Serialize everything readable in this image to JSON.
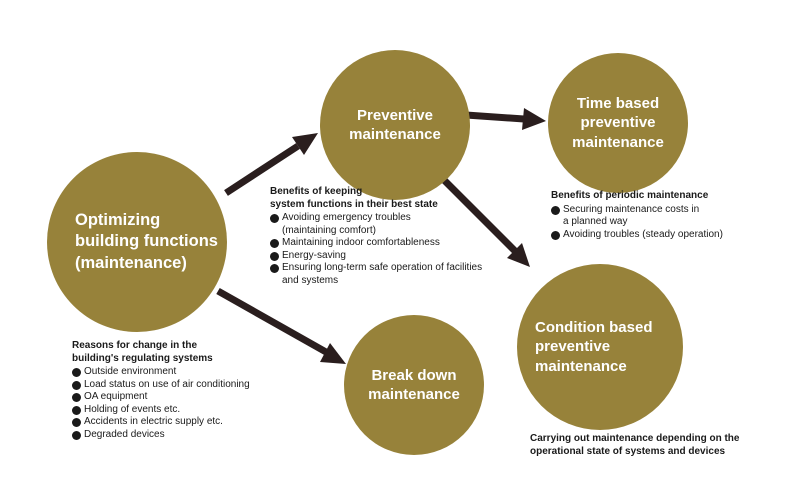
{
  "colors": {
    "circle": "#97823a",
    "arrow": "#2a1e1e",
    "circle_text": "#ffffff"
  },
  "nodes": {
    "optimizing": {
      "title": "Optimizing\nbuilding functions\n(maintenance)"
    },
    "preventive": {
      "title": "Preventive\nmaintenance"
    },
    "time_based": {
      "title": "Time based\npreventive\nmaintenance"
    },
    "condition_based": {
      "title": "Condition based\npreventive\nmaintenance"
    },
    "break_down": {
      "title": "Break down\nmaintenance"
    }
  },
  "notes": {
    "reasons": {
      "title": "Reasons for change in the\nbuilding's regulating systems",
      "items": [
        "Outside environment",
        "Load status on use of air conditioning",
        "OA equipment",
        "Holding of events etc.",
        "Accidents in electric supply etc.",
        "Degraded devices"
      ]
    },
    "benefits_keeping": {
      "title": "Benefits of keeping\nsystem functions in their best state",
      "items": [
        "Avoiding emergency troubles\n(maintaining comfort)",
        "Maintaining indoor comfortableness",
        "Energy-saving",
        "Ensuring long-term safe operation of facilities\nand systems"
      ]
    },
    "benefits_periodic": {
      "title": "Benefits of periodic maintenance",
      "items": [
        "Securing maintenance costs in\na planned way",
        "Avoiding troubles (steady operation)"
      ]
    },
    "carrying_out": {
      "title": "Carrying out maintenance depending on the\noperational state of systems and devices"
    }
  }
}
